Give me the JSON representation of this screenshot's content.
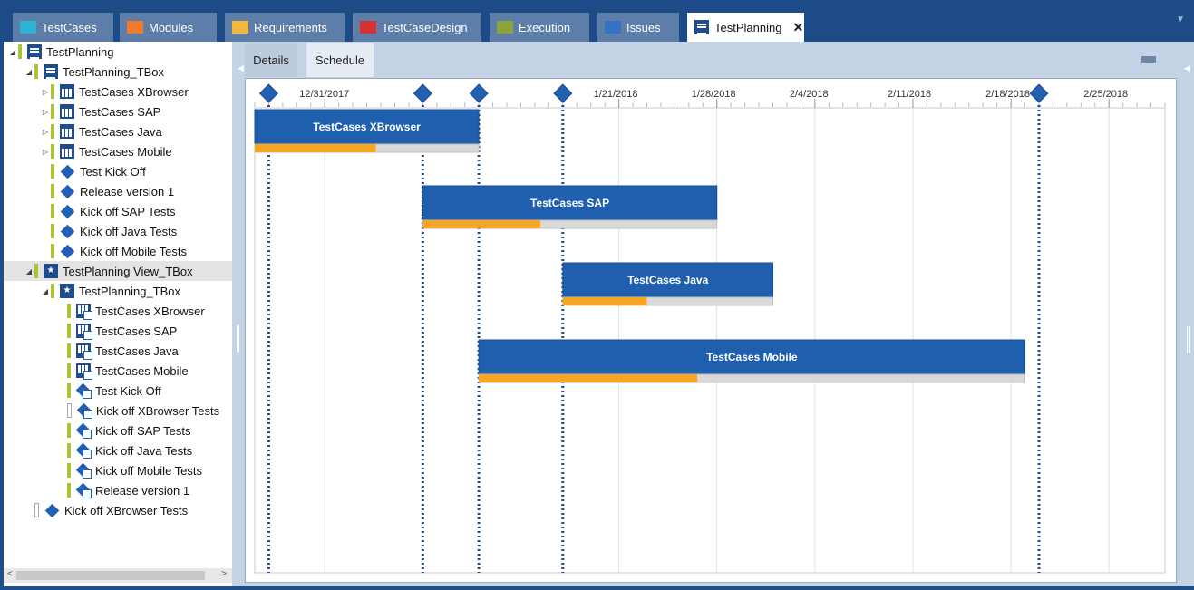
{
  "colors": {
    "titlebar": "#1d4b87",
    "tab_inactive": "#5d7ea8",
    "accent_green": "#a8c536",
    "item_blue": "#2260b4",
    "bar_blue": "#1f5fae",
    "progress_orange": "#f5a623",
    "progress_track": "#d9d9d9",
    "milestone_line": "#1f4d8c"
  },
  "tabs": [
    {
      "label": "TestCases",
      "icon": "folder-icon",
      "color": "#2fb3d4"
    },
    {
      "label": "Modules",
      "icon": "folder-icon",
      "color": "#f07b2d"
    },
    {
      "label": "Requirements",
      "icon": "folder-icon",
      "color": "#f3b73b"
    },
    {
      "label": "TestCaseDesign",
      "icon": "folder-icon",
      "color": "#d63232"
    },
    {
      "label": "Execution",
      "icon": "folder-icon",
      "color": "#8ea23a"
    },
    {
      "label": "Issues",
      "icon": "folder-icon",
      "color": "#3572c6"
    },
    {
      "label": "TestPlanning",
      "icon": "planning-icon",
      "active": true,
      "close": "✕"
    }
  ],
  "tree": {
    "items": [
      {
        "label": "TestPlanning",
        "icon": "planning-icon",
        "expander": "◢",
        "indent": 0
      },
      {
        "label": "TestPlanning_TBox",
        "icon": "planning-icon",
        "expander": "◢",
        "indent": 1
      },
      {
        "label": "TestCases XBrowser",
        "icon": "calendar-icon",
        "expander": "▷",
        "indent": 2
      },
      {
        "label": "TestCases SAP",
        "icon": "calendar-icon",
        "expander": "▷",
        "indent": 2
      },
      {
        "label": "TestCases Java",
        "icon": "calendar-icon",
        "expander": "▷",
        "indent": 2
      },
      {
        "label": "TestCases Mobile",
        "icon": "calendar-icon",
        "expander": "▷",
        "indent": 2
      },
      {
        "label": "Test Kick Off",
        "icon": "milestone-icon",
        "indent": 2
      },
      {
        "label": "Release version 1",
        "icon": "milestone-icon",
        "indent": 2
      },
      {
        "label": "Kick off SAP Tests",
        "icon": "milestone-icon",
        "indent": 2
      },
      {
        "label": "Kick off Java Tests",
        "icon": "milestone-icon",
        "indent": 2
      },
      {
        "label": "Kick off Mobile Tests",
        "icon": "milestone-icon",
        "indent": 2
      },
      {
        "label": "TestPlanning View_TBox",
        "icon": "star-view-icon",
        "expander": "◢",
        "indent": 1,
        "selected": true
      },
      {
        "label": "TestPlanning_TBox",
        "icon": "star-view-icon",
        "expander": "◢",
        "indent": 2
      },
      {
        "label": "TestCases XBrowser",
        "icon": "calendar-ref-icon",
        "indent": 3
      },
      {
        "label": "TestCases SAP",
        "icon": "calendar-ref-icon",
        "indent": 3
      },
      {
        "label": "TestCases Java",
        "icon": "calendar-ref-icon",
        "indent": 3
      },
      {
        "label": "TestCases Mobile",
        "icon": "calendar-ref-icon",
        "indent": 3
      },
      {
        "label": "Test Kick Off",
        "icon": "milestone-ref-icon",
        "indent": 3
      },
      {
        "label": "Kick off XBrowser Tests",
        "icon": "milestone-ref-icon",
        "indent": 3,
        "empty_bar": true
      },
      {
        "label": "Kick off SAP Tests",
        "icon": "milestone-ref-icon",
        "indent": 3
      },
      {
        "label": "Kick off Java Tests",
        "icon": "milestone-ref-icon",
        "indent": 3
      },
      {
        "label": "Kick off Mobile Tests",
        "icon": "milestone-ref-icon",
        "indent": 3
      },
      {
        "label": "Release version 1",
        "icon": "milestone-ref-icon",
        "indent": 3
      },
      {
        "label": "Kick off XBrowser Tests",
        "icon": "milestone-icon",
        "indent": 1,
        "empty_bar": true
      }
    ]
  },
  "subtabs": {
    "details": "Details",
    "schedule": "Schedule"
  },
  "chart_data": {
    "type": "gantt",
    "x_axis": {
      "tick_labels": [
        "12/31/2017",
        "1/21/2018",
        "1/28/2018",
        "2/4/2018",
        "2/11/2018",
        "2/18/2018",
        "2/25/2018"
      ],
      "tick_dates": [
        "2017-12-31",
        "2018-01-21",
        "2018-01-28",
        "2018-02-04",
        "2018-02-11",
        "2018-02-18",
        "2018-02-25"
      ],
      "range": [
        "2017-12-26",
        "2018-03-01"
      ]
    },
    "tasks": [
      {
        "name": "TestCases XBrowser",
        "start": "2017-12-26",
        "end": "2018-01-11",
        "progress": 0.54
      },
      {
        "name": "TestCases SAP",
        "start": "2018-01-07",
        "end": "2018-01-28",
        "progress": 0.4
      },
      {
        "name": "TestCases Java",
        "start": "2018-01-17",
        "end": "2018-02-01",
        "progress": 0.4
      },
      {
        "name": "TestCases Mobile",
        "start": "2018-01-11",
        "end": "2018-02-19",
        "progress": 0.4
      }
    ],
    "milestones": [
      "2017-12-27",
      "2018-01-07",
      "2018-01-11",
      "2018-01-17",
      "2018-02-20"
    ],
    "grid": true
  }
}
